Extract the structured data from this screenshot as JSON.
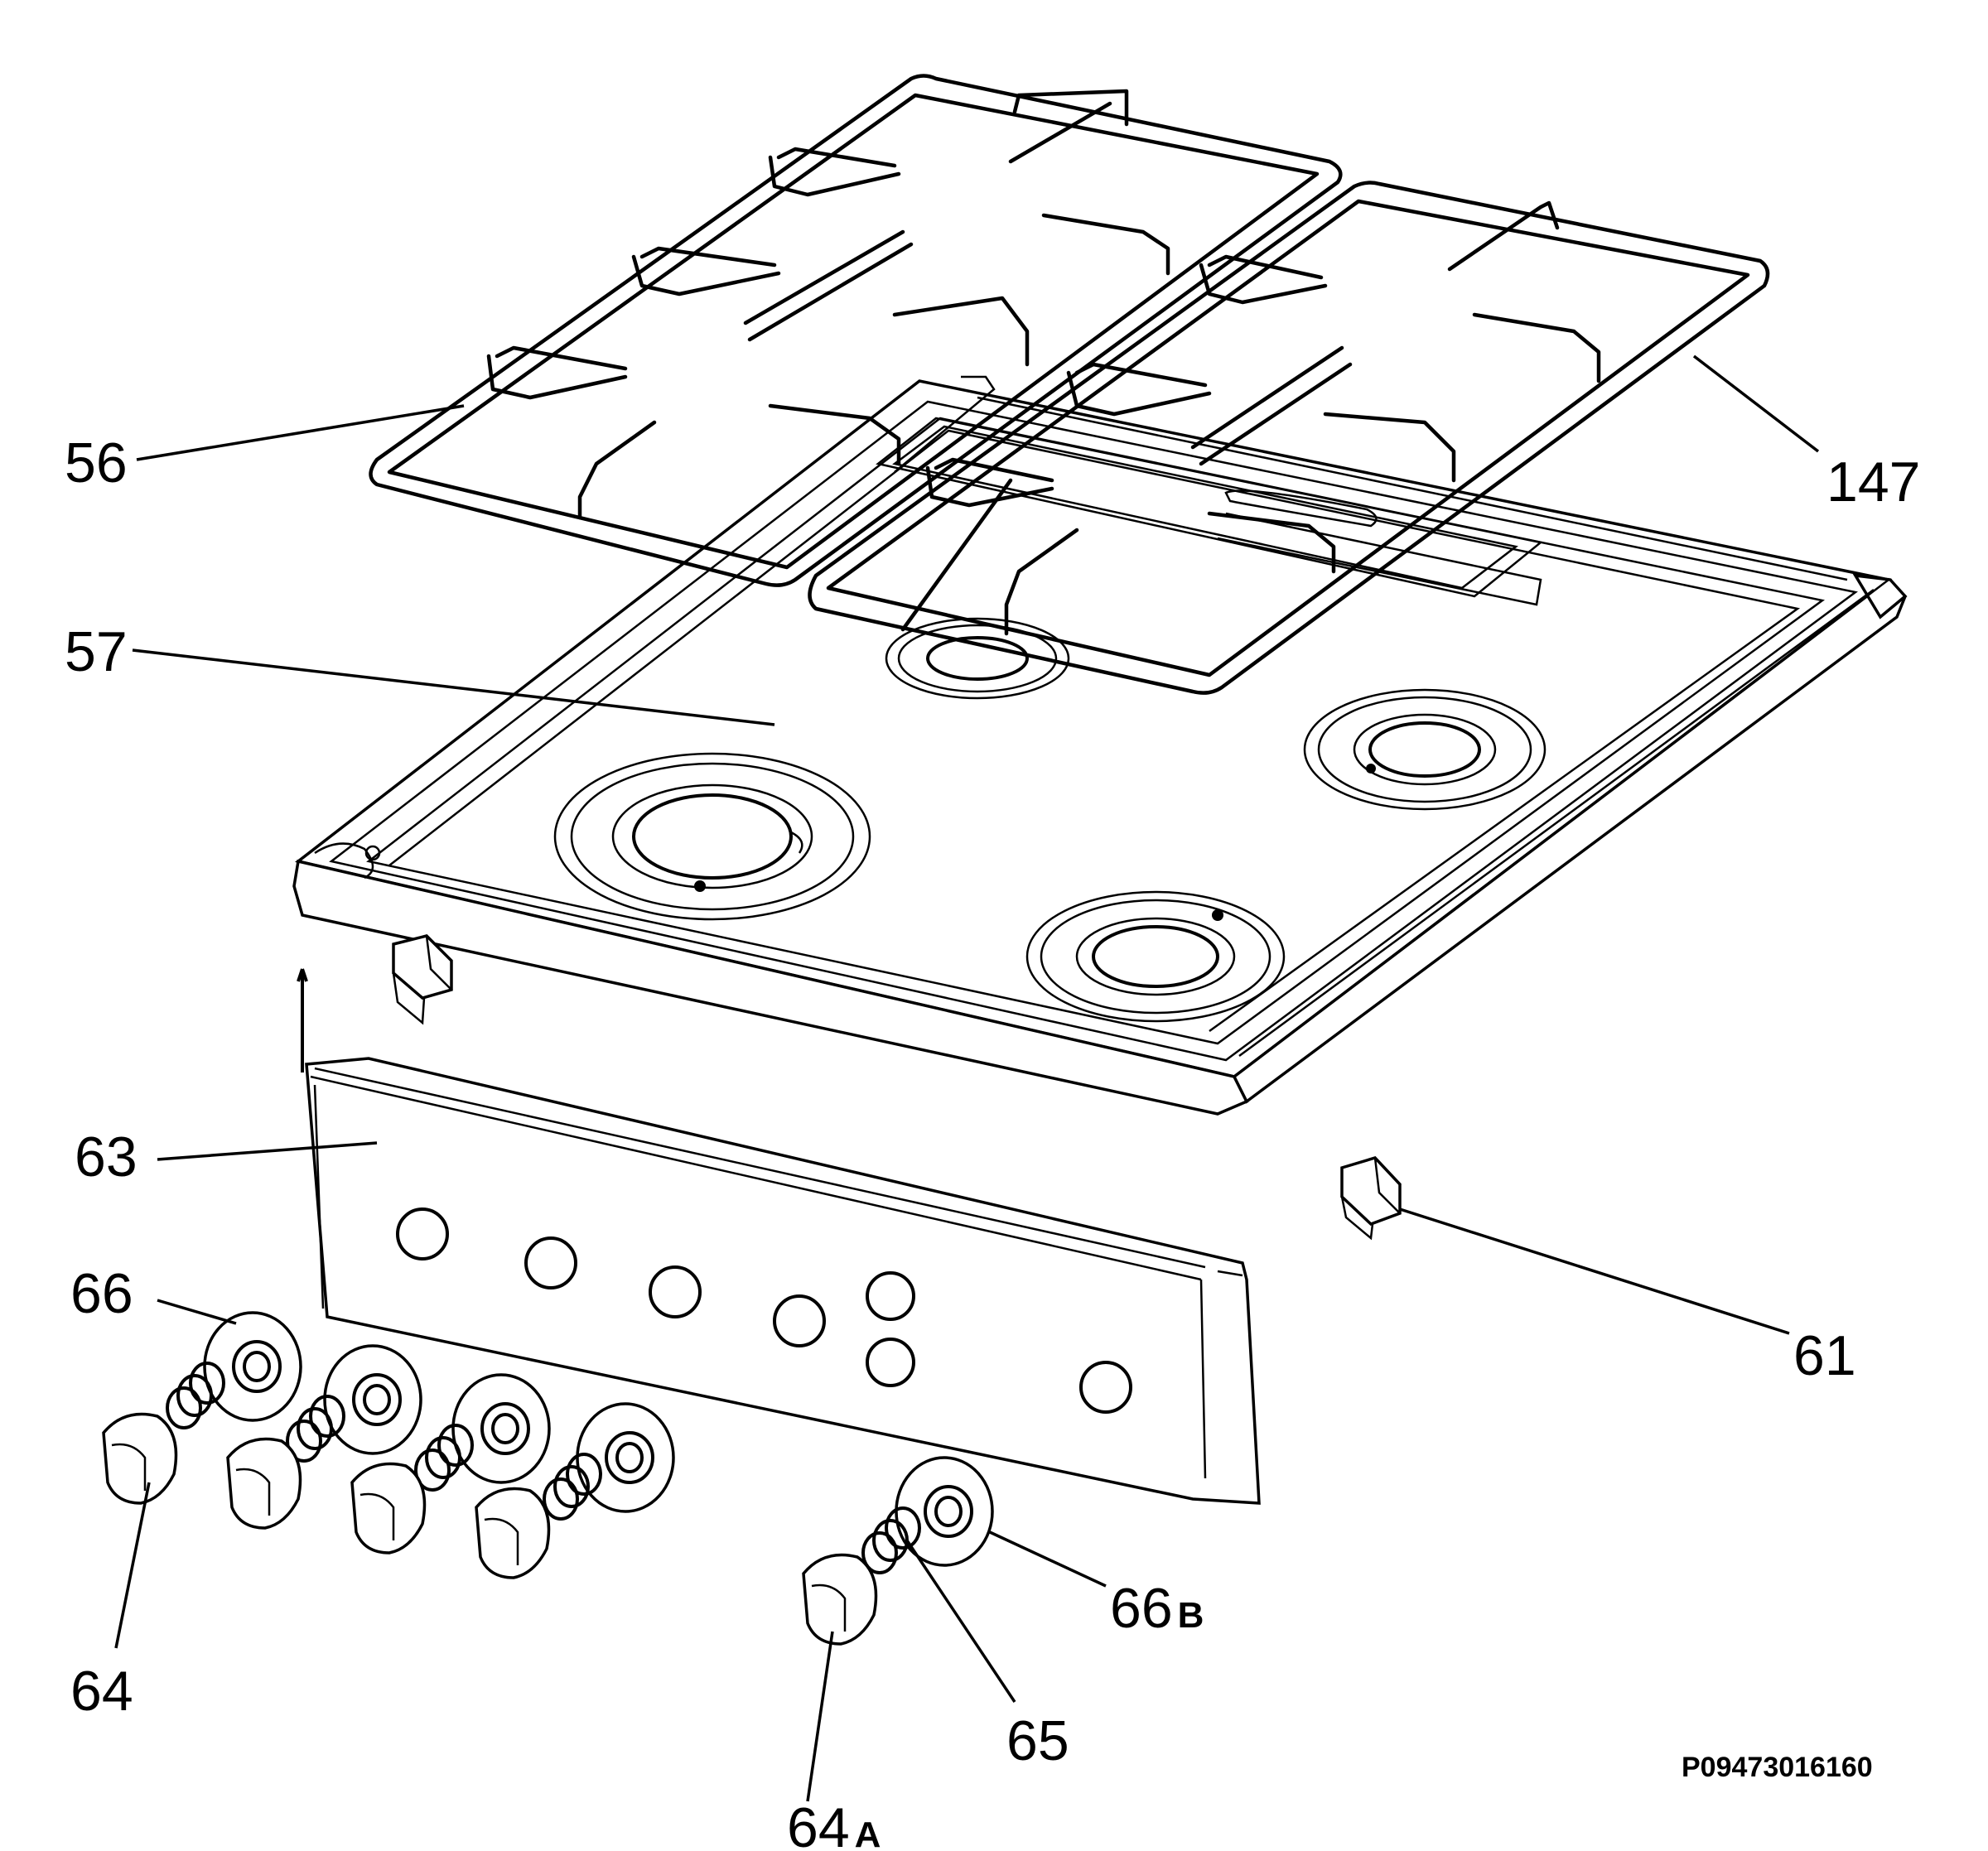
{
  "diagram": {
    "document_code": "P09473016160",
    "callouts": [
      {
        "id": "56",
        "label": "56",
        "sub": ""
      },
      {
        "id": "147",
        "label": "147",
        "sub": ""
      },
      {
        "id": "57",
        "label": "57",
        "sub": ""
      },
      {
        "id": "63",
        "label": "63",
        "sub": ""
      },
      {
        "id": "61",
        "label": "61",
        "sub": ""
      },
      {
        "id": "66",
        "label": "66",
        "sub": ""
      },
      {
        "id": "64",
        "label": "64",
        "sub": ""
      },
      {
        "id": "66B",
        "label": "66",
        "sub": "B"
      },
      {
        "id": "65",
        "label": "65",
        "sub": ""
      },
      {
        "id": "64A",
        "label": "64",
        "sub": "A"
      }
    ],
    "parts": [
      {
        "name": "left-pan-support",
        "callout": "56"
      },
      {
        "name": "right-pan-support",
        "callout": "147"
      },
      {
        "name": "hob-top",
        "callout": "57"
      },
      {
        "name": "control-panel",
        "callout": "63"
      },
      {
        "name": "fixing-clip",
        "callout": "61"
      },
      {
        "name": "knob-bezel",
        "callout": "66"
      },
      {
        "name": "control-knob",
        "callout": "64"
      },
      {
        "name": "knob-bezel-b",
        "callout": "66B"
      },
      {
        "name": "knob-spring",
        "callout": "65"
      },
      {
        "name": "control-knob-a",
        "callout": "64A"
      }
    ]
  }
}
